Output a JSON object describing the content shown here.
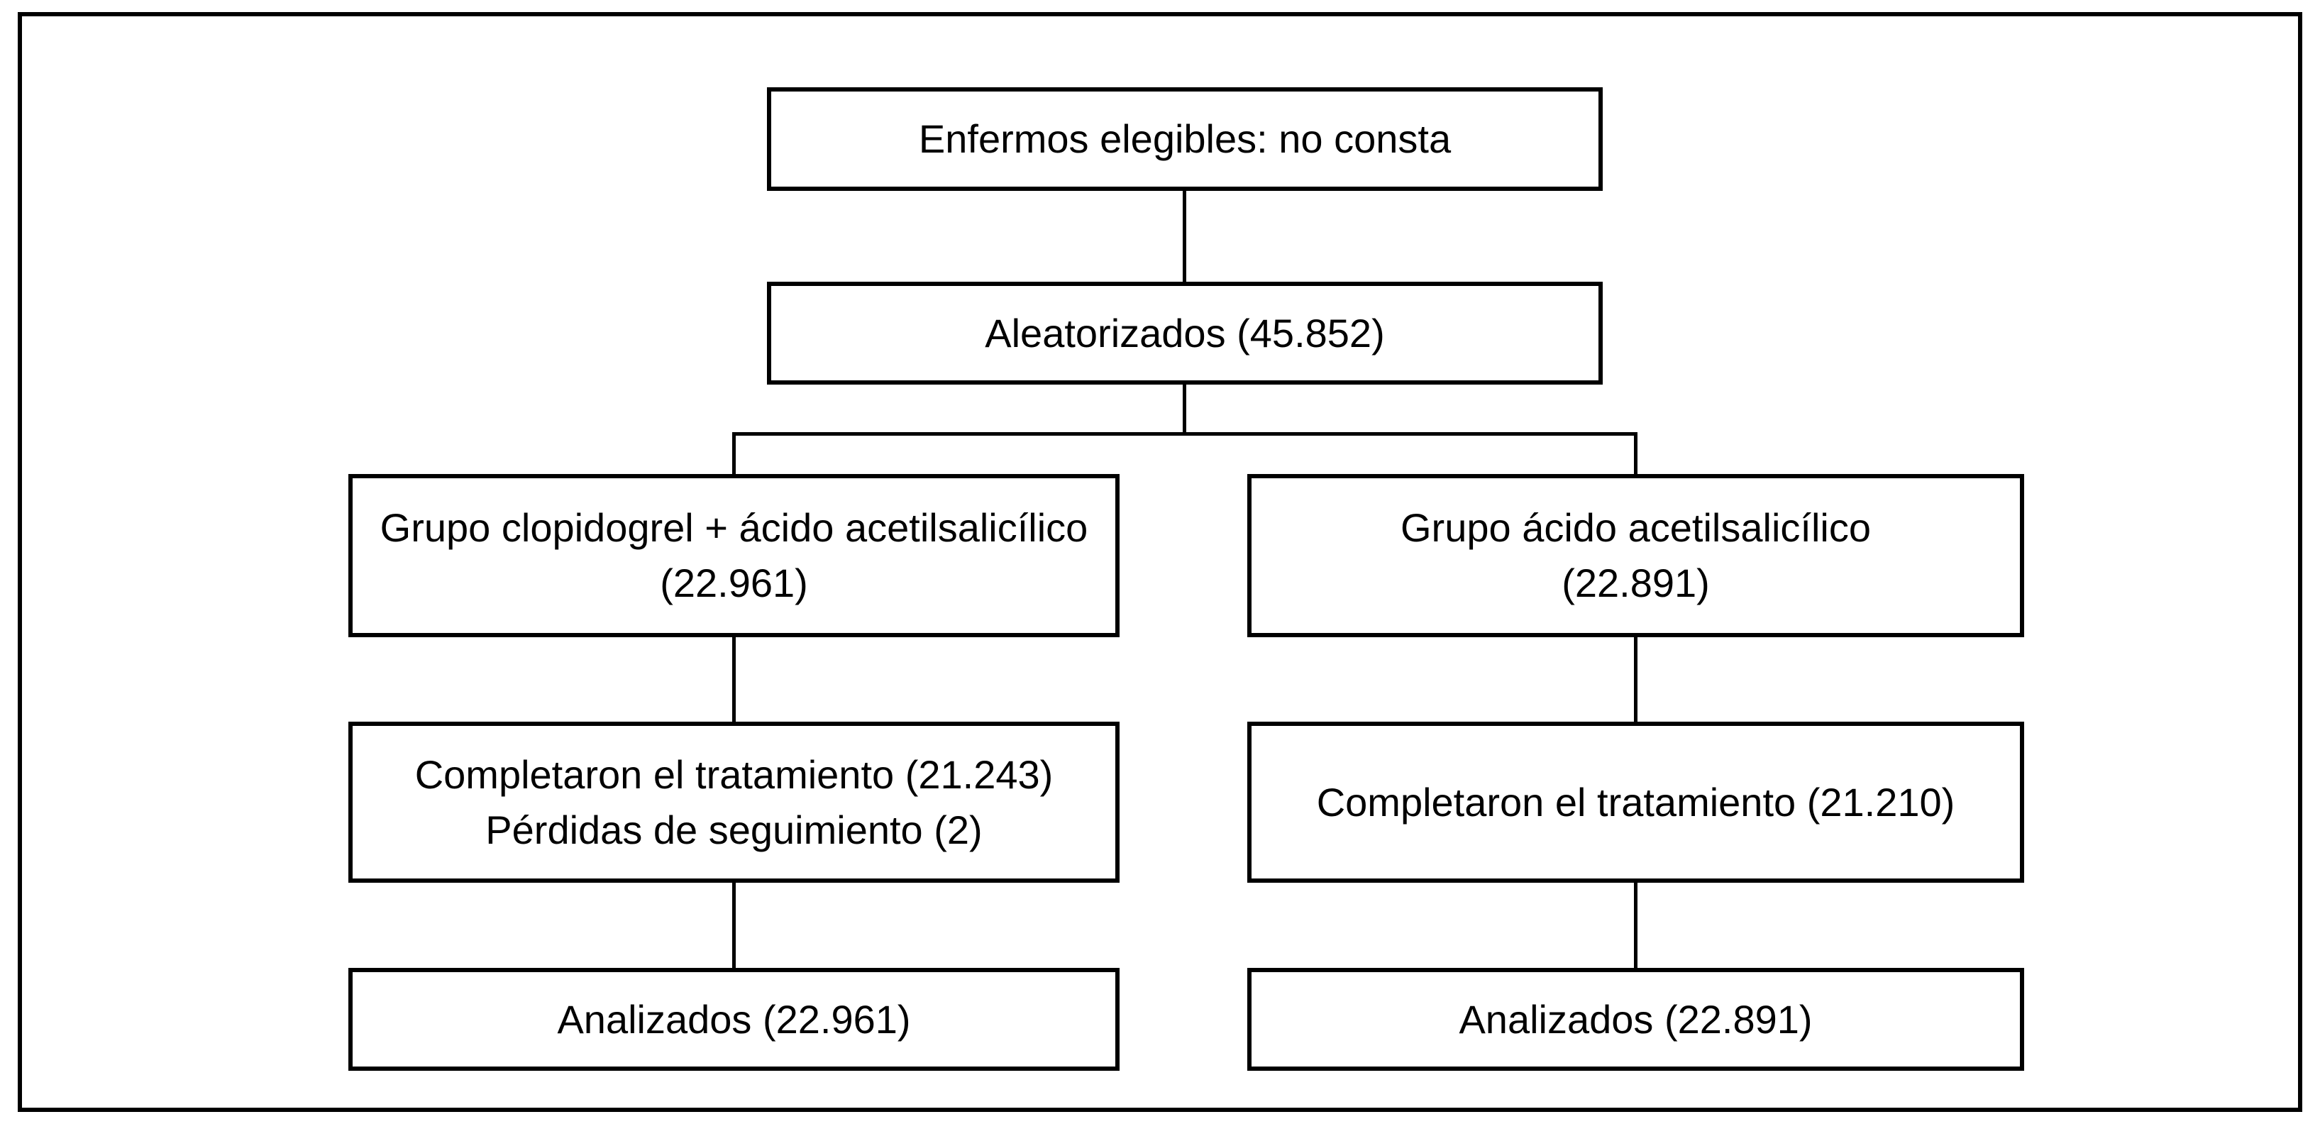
{
  "diagram": {
    "type": "flowchart",
    "language": "es",
    "colors": {
      "line": "#000000",
      "text": "#000000",
      "background": "#ffffff",
      "box_fill": "#ffffff"
    },
    "nodes": {
      "eligible": {
        "text": "Enfermos elegibles: no consta"
      },
      "randomized": {
        "text": "Aleatorizados (45.852)"
      },
      "group_left": {
        "line1": "Grupo clopidogrel + ácido acetilsalicílico",
        "line2": "(22.961)"
      },
      "group_right": {
        "line1": "Grupo ácido acetilsalicílico",
        "line2": "(22.891)"
      },
      "completed_left": {
        "line1": "Completaron el tratamiento (21.243)",
        "line2": "Pérdidas de seguimiento (2)"
      },
      "completed_right": {
        "text": "Completaron el tratamiento (21.210)"
      },
      "analyzed_left": {
        "text": "Analizados (22.961)"
      },
      "analyzed_right": {
        "text": "Analizados (22.891)"
      }
    },
    "edges": [
      {
        "from": "eligible",
        "to": "randomized"
      },
      {
        "from": "randomized",
        "to": "group_left"
      },
      {
        "from": "randomized",
        "to": "group_right"
      },
      {
        "from": "group_left",
        "to": "completed_left"
      },
      {
        "from": "group_right",
        "to": "completed_right"
      },
      {
        "from": "completed_left",
        "to": "analyzed_left"
      },
      {
        "from": "completed_right",
        "to": "analyzed_right"
      }
    ]
  }
}
